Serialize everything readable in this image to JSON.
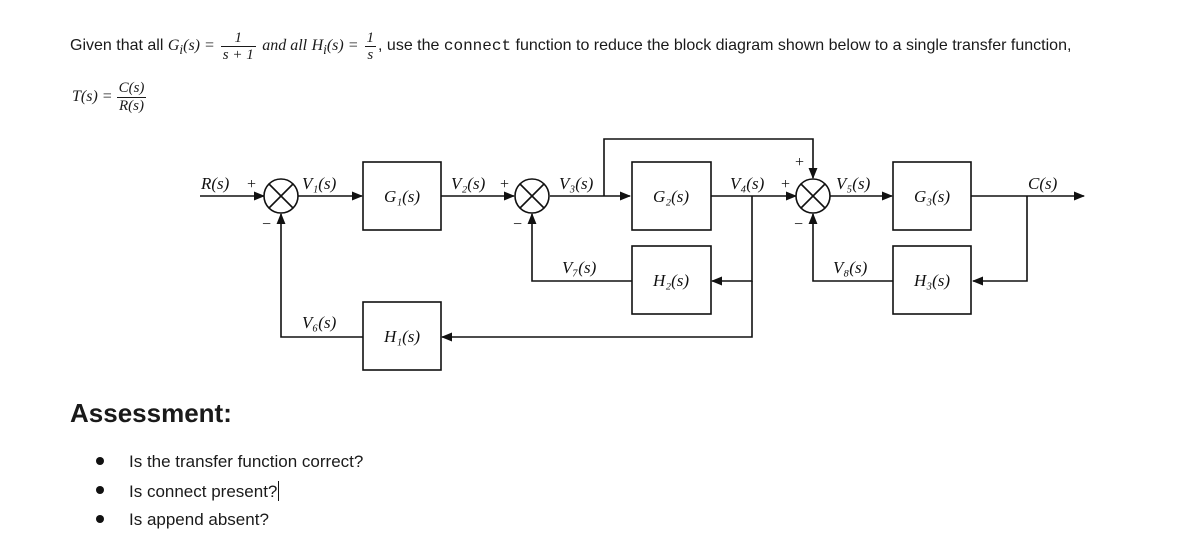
{
  "problem": {
    "given_prefix": "Given that all",
    "g_lhs": "G",
    "g_sub": "i",
    "g_arg": "(s) =",
    "g_num": "1",
    "g_den": "s + 1",
    "and_all": "and all",
    "h_lhs": "H",
    "h_sub": "i",
    "h_arg": "(s) =",
    "h_num": "1",
    "h_den": "s",
    "h_comma": ",",
    "use_the": "use the",
    "code": "connect",
    "suffix": "function to reduce the block diagram shown below to a single transfer function,",
    "t_lhs": "T(s) =",
    "t_num": "C(s)",
    "t_den": "R(s)"
  },
  "diagram": {
    "blocks": {
      "g1": "G₁(s)",
      "g2": "G₂(s)",
      "g3": "G₃(s)",
      "h1": "H₁(s)",
      "h2": "H₂(s)",
      "h3": "H₃(s)"
    },
    "signals": {
      "r": "R(s)",
      "c": "C(s)",
      "v1": "V₁(s)",
      "v2": "V₂(s)",
      "v3": "V₃(s)",
      "v4": "V₄(s)",
      "v5": "V₅(s)",
      "v6": "V₆(s)",
      "v7": "V₇(s)",
      "v8": "V₈(s)"
    },
    "signs": {
      "plus": "+",
      "minus": "−"
    }
  },
  "assessment": {
    "title": "Assessment:",
    "items": [
      "Is the transfer function correct?",
      "Is connect present?",
      "Is append absent?"
    ]
  }
}
